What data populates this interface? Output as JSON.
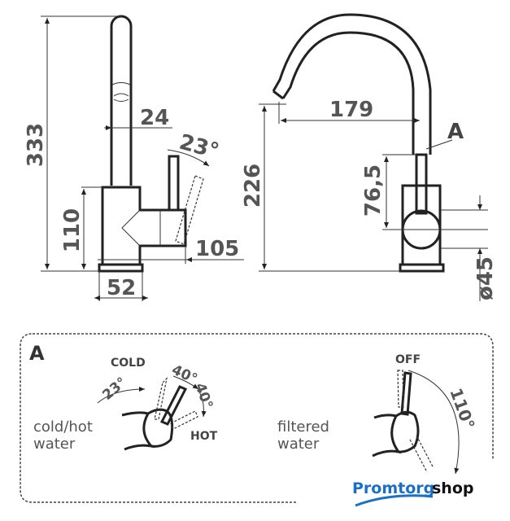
{
  "side_view": {
    "height_total": "333",
    "height_body": "110",
    "spout_diameter": "24",
    "lever_angle": "23°",
    "depth": "105",
    "base_width": "52"
  },
  "front_view": {
    "spout_height": "226",
    "reach": "179",
    "detail_marker": "A",
    "lever_height": "76,5",
    "handle_diameter": "ø45"
  },
  "detail_a": {
    "title": "A",
    "left": {
      "cold_label": "COLD",
      "hot_label": "HOT",
      "angle_tilt": "23°",
      "angle_cold": "40°",
      "angle_hot": "40°",
      "caption_line1": "cold/hot",
      "caption_line2": "water"
    },
    "right": {
      "off_label": "OFF",
      "angle": "110°",
      "caption_line1": "filtered",
      "caption_line2": "water"
    }
  },
  "watermark": {
    "brand_blue": "Promtorg",
    "brand_black": "shop",
    "color_blue": "#1a6fc9",
    "color_black": "#111111"
  }
}
